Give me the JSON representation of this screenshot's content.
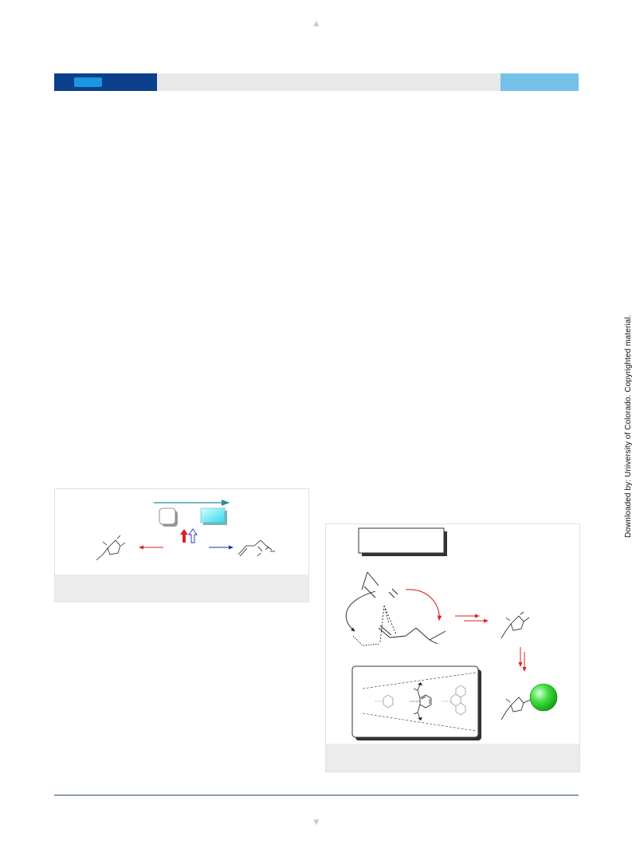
{
  "page": {
    "nav_up_glyph": "▲",
    "nav_down_glyph": "▼",
    "download_note": "Downloaded by: University of Colorado. Copyrighted material."
  },
  "colors": {
    "header_dark": "#0c3f8c",
    "header_pill": "#1a97e0",
    "header_light": "#74c1ea",
    "header_mid": "#e8e8e8",
    "arrow_red": "#e02020",
    "arrow_blue": "#1a2fc0",
    "arrow_teal": "#2a8a9a",
    "sphere_green": "#22cc22",
    "footer_line": "#2a4a7a"
  },
  "figures": [
    {
      "id": "scheme-left",
      "caption": ""
    },
    {
      "id": "scheme-right",
      "caption": ""
    }
  ]
}
